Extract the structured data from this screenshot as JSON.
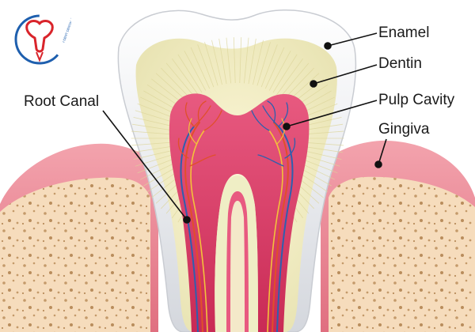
{
  "logo": {
    "text": "I-DENT DENTAL IMPLANT CENTER",
    "colors": {
      "tooth": "#d9242b",
      "ring": "#1e5fae"
    }
  },
  "labels": {
    "enamel": "Enamel",
    "dentin": "Dentin",
    "pulp_cavity": "Pulp Cavity",
    "gingiva": "Gingiva",
    "root_canal": "Root Canal"
  },
  "colors": {
    "enamel": "#eceef0",
    "dentin": "#efeec5",
    "pulp": "#dd3f69",
    "gum": "#e87a8a",
    "bone": "#f6dcbc",
    "artery": "#e0502a",
    "vein": "#2e5fae",
    "nerve": "#f3c23a"
  }
}
